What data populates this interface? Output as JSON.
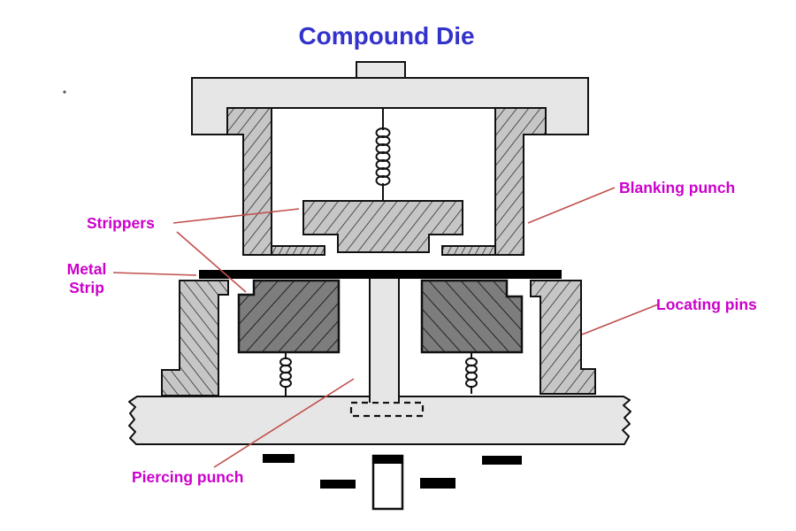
{
  "title": {
    "text": "Compound Die",
    "color": "#3333cc"
  },
  "labels": {
    "strippers": "Strippers",
    "metal_strip": "Metal\nStrip",
    "blanking_punch": "Blanking punch",
    "locating_pins": "Locating pins",
    "piercing_punch": "Piercing punch"
  },
  "colors": {
    "label_text": "#cc00cc",
    "leader_line": "#c0504d",
    "plate_fill": "#e6e6e6",
    "light_hatch_fill": "#c6c6c6",
    "dark_hatch_fill": "#7d7d7d",
    "outline": "#111111",
    "metal_strip": "#000000"
  }
}
